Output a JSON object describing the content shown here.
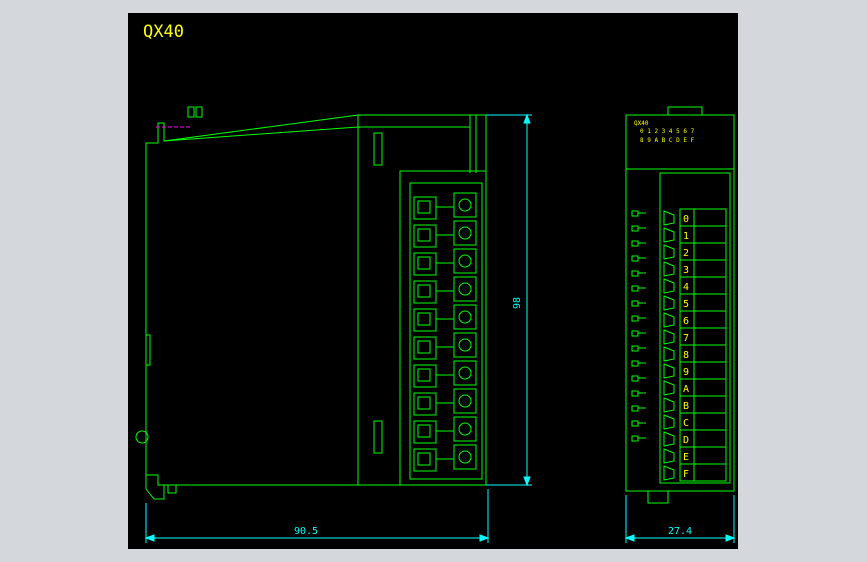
{
  "title": "QX40",
  "dimensions": {
    "width_side": "90.5",
    "height_side": "98",
    "width_front": "27.4"
  },
  "front_panel": {
    "model_label": "QX40",
    "led_numbers_row1": "0 1 2 3 4 5 6 7",
    "led_numbers_row2": "8 9 A B C D E F",
    "terminal_labels": [
      "0",
      "1",
      "2",
      "3",
      "4",
      "5",
      "6",
      "7",
      "8",
      "9",
      "A",
      "B",
      "C",
      "D",
      "E",
      "F"
    ]
  },
  "colors": {
    "background": "#000000",
    "outline": "#00ff00",
    "dimension": "#00ffff",
    "text": "#ffff00",
    "centerline": "#ff00ff",
    "chrome": "#d4d7dc"
  }
}
